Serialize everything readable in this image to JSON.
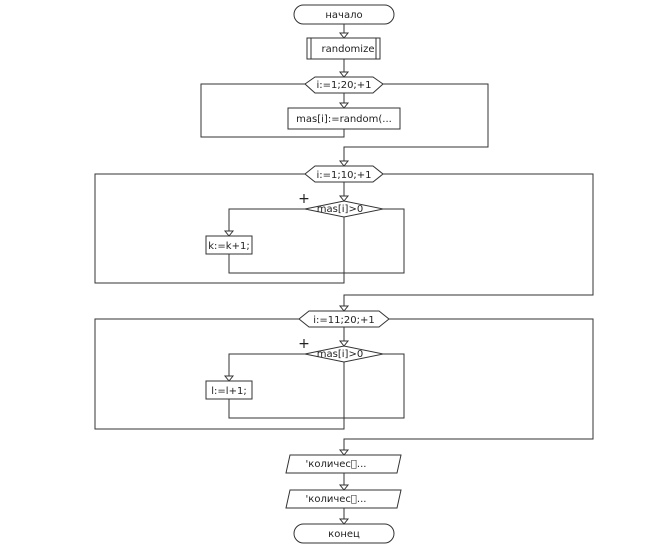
{
  "flowchart": {
    "start": "начало",
    "randomize": "randomize",
    "loop1": "i:=1;20;+1",
    "assign_mas": "mas[i]:=random(...",
    "loop2": "i:=1;10;+1",
    "cond1": "mas[i]>0",
    "cond1_yes": "+",
    "inc_k": "k:=k+1;",
    "loop3": "i:=11;20;+1",
    "cond2": "mas[i]>0",
    "cond2_yes": "+",
    "inc_l": "l:=l+1;",
    "output1": "'количес\u0000...",
    "output2": "'количес\u0000...",
    "end": "конец"
  }
}
